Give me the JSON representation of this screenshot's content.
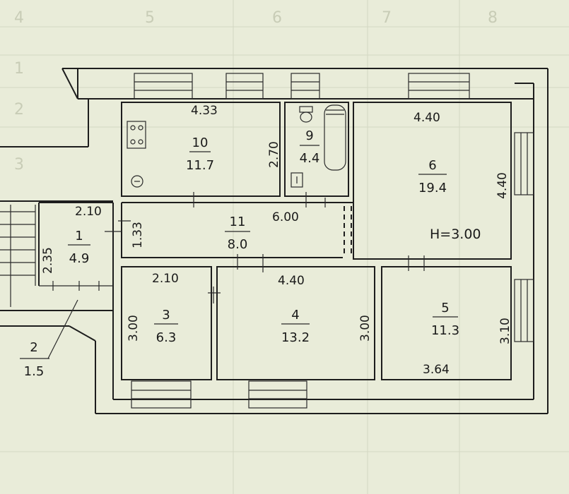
{
  "background_table": {
    "columns": [
      "4",
      "5",
      "6",
      "7",
      "8"
    ],
    "rows": [
      "1",
      "2",
      "3"
    ]
  },
  "rooms": [
    {
      "id": "1",
      "area": "4.9",
      "dims": [
        "2.10",
        "2.35"
      ]
    },
    {
      "id": "2",
      "area": "1.5",
      "dims": []
    },
    {
      "id": "3",
      "area": "6.3",
      "dims": [
        "2.10",
        "3.00"
      ]
    },
    {
      "id": "4",
      "area": "13.2",
      "dims": [
        "4.40",
        "3.00"
      ]
    },
    {
      "id": "5",
      "area": "11.3",
      "dims": [
        "3.64",
        "3.10"
      ]
    },
    {
      "id": "6",
      "area": "19.4",
      "dims": [
        "4.40",
        "4.40"
      ]
    },
    {
      "id": "9",
      "area": "4.4",
      "dims": []
    },
    {
      "id": "10",
      "area": "11.7",
      "dims": [
        "4.33",
        "2.70"
      ]
    },
    {
      "id": "11",
      "area": "8.0",
      "dims": [
        "6.00",
        "1.33"
      ]
    }
  ],
  "ceiling_height": "H=3.00"
}
